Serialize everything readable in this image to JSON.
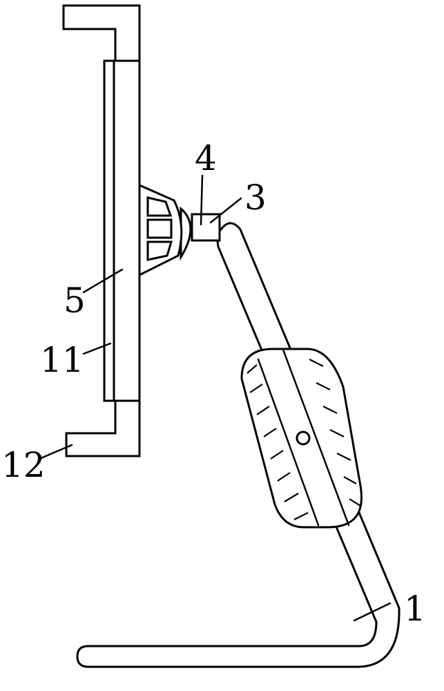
{
  "figure": {
    "labels": {
      "base_stand": "1",
      "connector": "3",
      "joint": "4",
      "holder_body": "5",
      "back_plate": "11",
      "clamp_jaw": "12"
    }
  }
}
